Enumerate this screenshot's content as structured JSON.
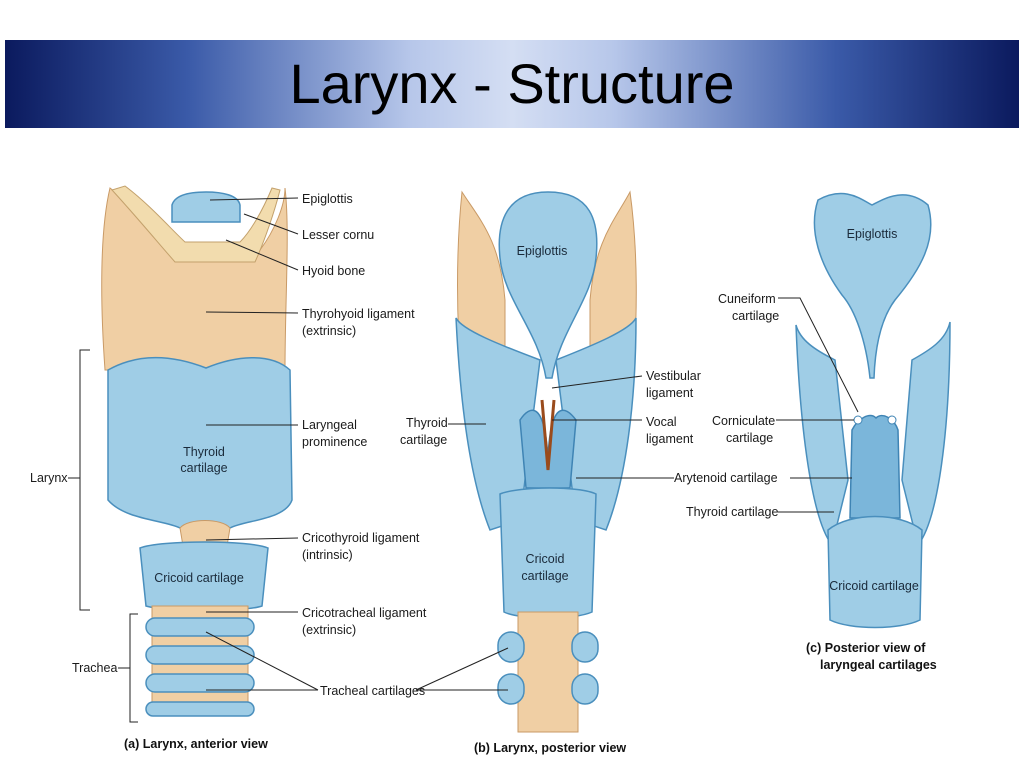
{
  "slide": {
    "title": "Larynx - Structure"
  },
  "panel_a": {
    "caption": "(a) Larynx, anterior view",
    "labels": {
      "epiglottis": "Epiglottis",
      "lesser_cornu": "Lesser cornu",
      "hyoid_bone": "Hyoid bone",
      "thyrohyoid_1": "Thyrohyoid ligament",
      "thyrohyoid_2": "(extrinsic)",
      "laryngeal_prom_1": "Laryngeal",
      "laryngeal_prom_2": "prominence",
      "thyroid_cart_1": "Thyroid",
      "thyroid_cart_2": "cartilage",
      "cricothyroid_1": "Cricothyroid ligament",
      "cricothyroid_2": "(intrinsic)",
      "cricoid_cart": "Cricoid cartilage",
      "cricotracheal_1": "Cricotracheal ligament",
      "cricotracheal_2": "(extrinsic)",
      "larynx": "Larynx",
      "trachea": "Trachea",
      "tracheal_cartilages": "Tracheal cartilages"
    }
  },
  "panel_b": {
    "caption": "(b) Larynx, posterior view",
    "labels": {
      "epiglottis": "Epiglottis",
      "thyroid_1": "Thyroid",
      "thyroid_2": "cartilage",
      "vestibular_1": "Vestibular",
      "vestibular_2": "ligament",
      "vocal_1": "Vocal",
      "vocal_2": "ligament",
      "cricoid_1": "Cricoid",
      "cricoid_2": "cartilage"
    }
  },
  "panel_c": {
    "caption_1": "(c) Posterior view of",
    "caption_2": "laryngeal cartilages",
    "labels": {
      "epiglottis": "Epiglottis",
      "cuneiform_1": "Cuneiform",
      "cuneiform_2": "cartilage",
      "corniculate_1": "Corniculate",
      "corniculate_2": "cartilage",
      "arytenoid": "Arytenoid cartilage",
      "thyroid": "Thyroid cartilage",
      "cricoid": "Cricoid cartilage"
    }
  },
  "colors": {
    "cartilage": "#9fcde6",
    "ligament": "#f0cfa4",
    "title_bar_dark": "#0b1a5e"
  }
}
